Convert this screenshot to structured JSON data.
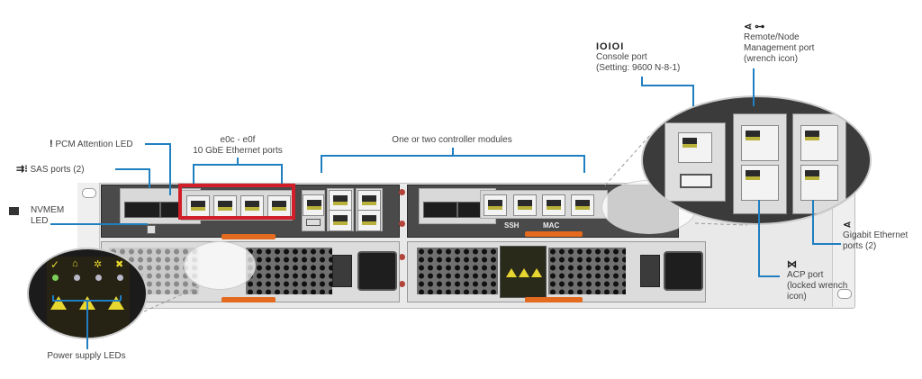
{
  "diagram": {
    "subject": "Storage controller chassis rear panel",
    "labels": {
      "pcm_attention_led": {
        "icon": "!",
        "text": "PCM Attention LED"
      },
      "sas_ports": {
        "icon": "sas-icon",
        "text": "SAS ports (2)"
      },
      "nvmem_led": {
        "icon": "nvmem-icon",
        "line1": "NVMEM",
        "line2": "LED"
      },
      "ethernet_10gbe": {
        "line1": "e0c - e0f",
        "line2": "10 GbE Ethernet ports"
      },
      "controller_modules": {
        "text": "One or two controller modules"
      },
      "console_port": {
        "icon": "IOIOI",
        "line1": "Console port",
        "line2": "(Setting: 9600 N-8-1)"
      },
      "remote_mgmt_port": {
        "icon": "network-wrench-icon",
        "line1": "Remote/Node",
        "line2": "Management port",
        "line3": "(wrench icon)"
      },
      "gigabit_ethernet": {
        "icon": "network-icon",
        "line1": "Gigabit Ethernet",
        "line2": "ports (2)"
      },
      "acp_port": {
        "icon": "locked-wrench-icon",
        "line1": "ACP port",
        "line2": "(locked wrench",
        "line3": "icon)"
      },
      "power_supply_leds": {
        "text": "Power supply LEDs"
      }
    },
    "port_labels": {
      "ssh": "SSH",
      "mac": "MAC"
    },
    "colors": {
      "callout_line": "#1f7fc0",
      "highlight_box": "#d11f2a",
      "handle": "#e36a1e",
      "led_green": "#7ccf5a",
      "warning_yellow": "#e8d630"
    }
  }
}
